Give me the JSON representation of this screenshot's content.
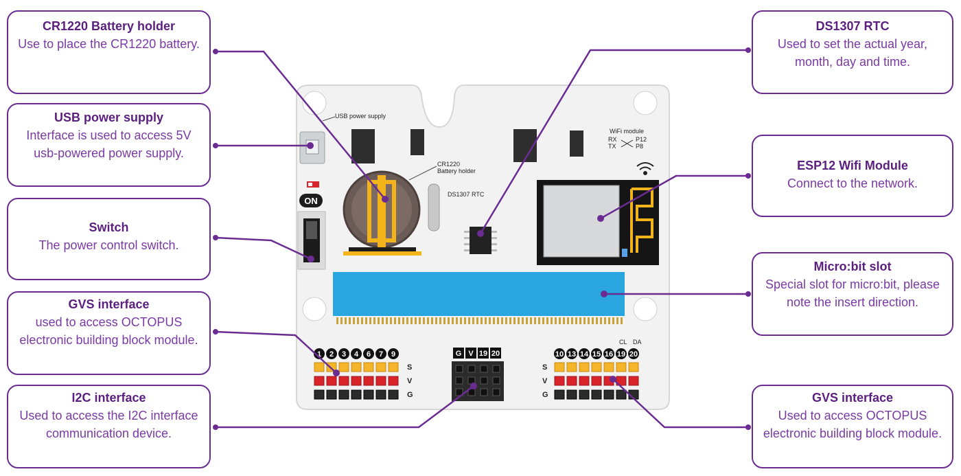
{
  "callouts": {
    "battery": {
      "title": "CR1220 Battery holder",
      "desc": "Use to place the CR1220 battery."
    },
    "usb": {
      "title": "USB power supply",
      "desc": "Interface is used to access 5V usb-powered power supply."
    },
    "switch": {
      "title": "Switch",
      "desc": "The power control switch."
    },
    "gvs_left": {
      "title": "GVS interface",
      "desc": "used to access OCTOPUS electronic building block module."
    },
    "i2c": {
      "title": "I2C interface",
      "desc": "Used to access the I2C interface communication device."
    },
    "rtc": {
      "title": "DS1307 RTC",
      "desc": "Used to set the actual year, month, day and time."
    },
    "wifi": {
      "title": "ESP12 Wifi Module",
      "desc": "Connect to the network."
    },
    "microbit": {
      "title": "Micro:bit slot",
      "desc": "Special slot for micro:bit, please note the insert direction."
    },
    "gvs_right": {
      "title": "GVS interface",
      "desc": "Used to access OCTOPUS electronic building block module."
    }
  },
  "board": {
    "usb_label": "USB power supply",
    "on_label": "ON",
    "battery_label_1": "CR1220",
    "battery_label_2": "Battery holder",
    "rtc_label": "DS1307 RTC",
    "wifi_label": "WiFi module",
    "rx_label": "RX",
    "tx_label": "TX",
    "p12_label": "P12",
    "p8_label": "P8",
    "row_s": "S",
    "row_v": "V",
    "row_g": "G",
    "left_pins": [
      "1",
      "2",
      "3",
      "4",
      "6",
      "7",
      "9"
    ],
    "mid_pins": [
      "G",
      "V",
      "19",
      "20"
    ],
    "right_pins": [
      "10",
      "13",
      "14",
      "15",
      "16",
      "19",
      "20"
    ],
    "cl_label": "CL",
    "da_label": "DA"
  },
  "colors": {
    "accent": "#6a2c91",
    "slot": "#29a6e0",
    "gold": "#f2b31b",
    "header_yellow": "#f5b52a",
    "header_red": "#d8232a",
    "header_black": "#2b2b2b"
  }
}
